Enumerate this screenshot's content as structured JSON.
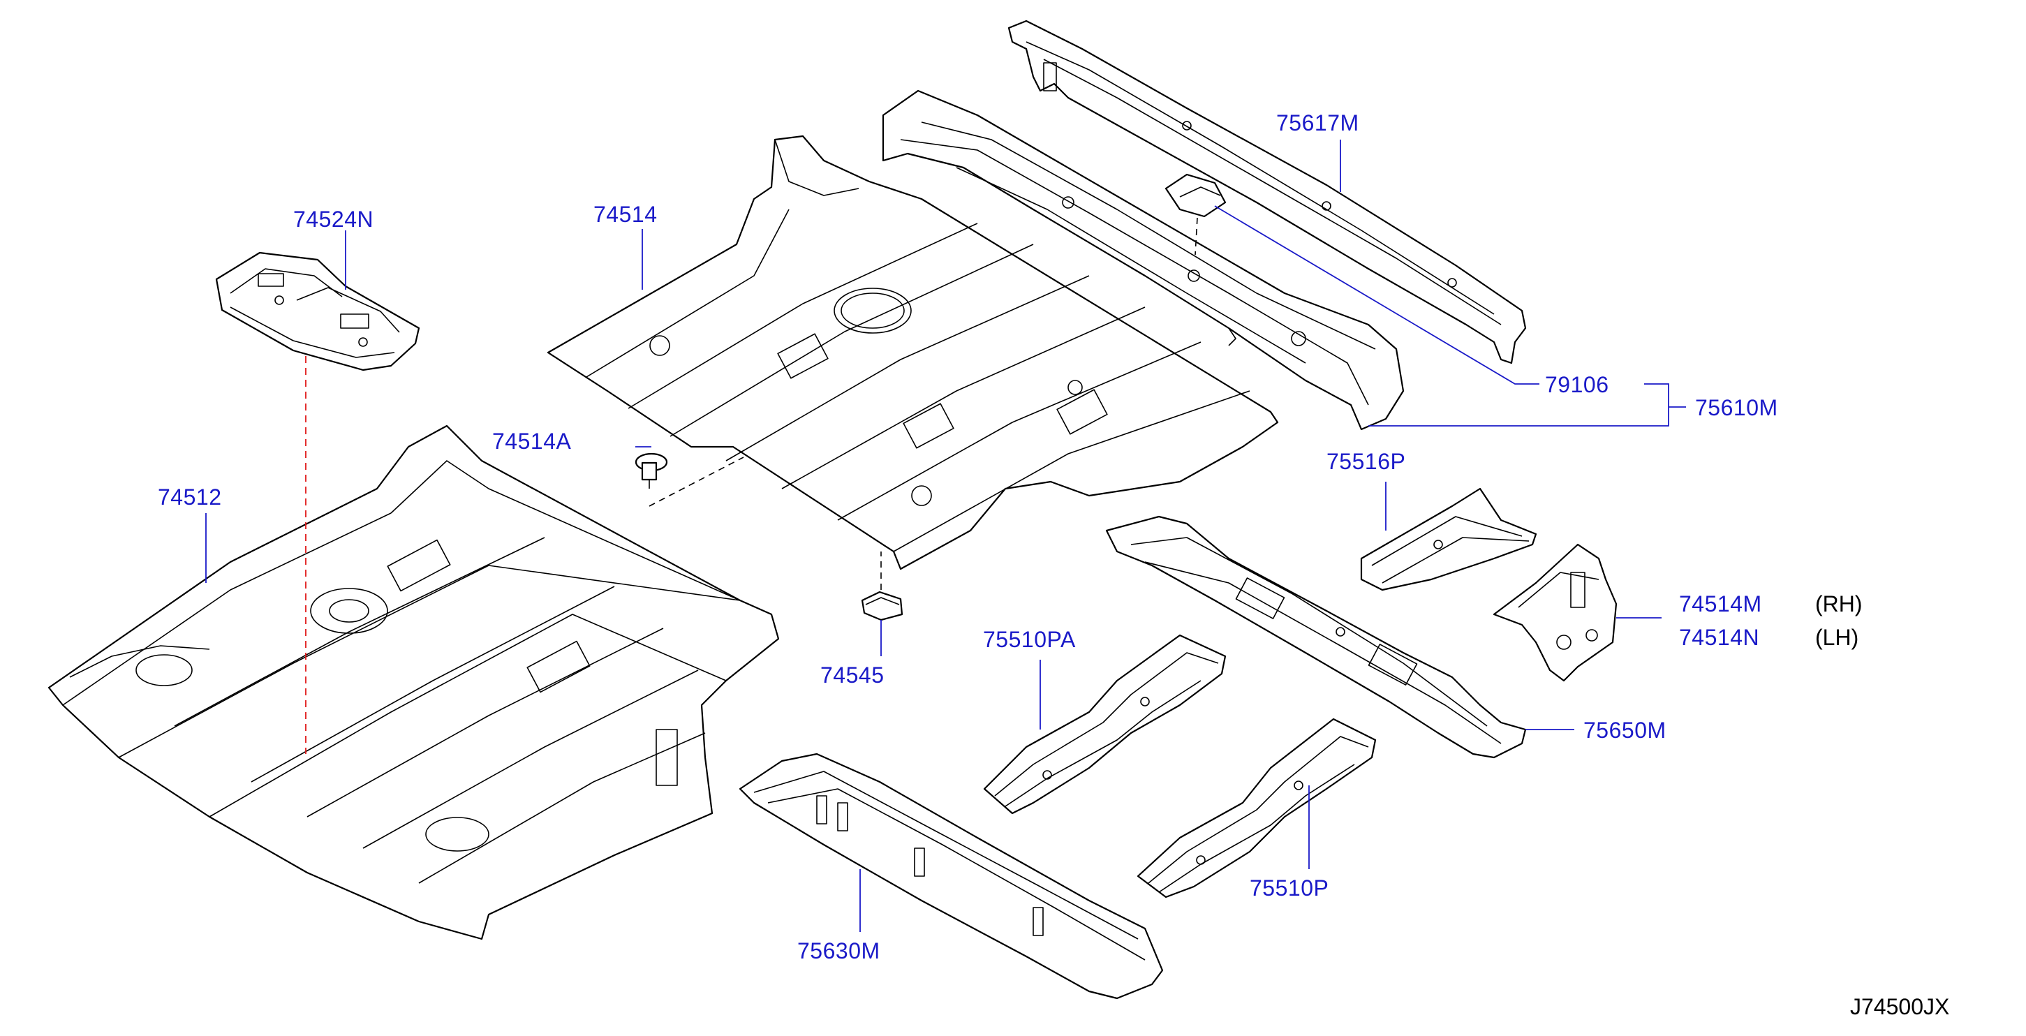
{
  "colors": {
    "label": "#1a1ac8",
    "leader": "#1a1ac8",
    "line": "#000000",
    "highlight_dash": "#e01818",
    "text_dark": "#000000"
  },
  "parts": {
    "p74524N": "74524N",
    "p74514": "74514",
    "p75617M": "75617M",
    "p79106": "79106",
    "p75610M": "75610M",
    "p74514A": "74514A",
    "p74512": "74512",
    "p75516P": "75516P",
    "p74514M": "74514M",
    "p74514N": "74514N",
    "p75510PA": "75510PA",
    "p74545": "74545",
    "p75650M": "75650M",
    "p75510P": "75510P",
    "p75630M": "75630M"
  },
  "sides": {
    "rh": "(RH)",
    "lh": "(LH)"
  },
  "diagram_ref": "J74500JX"
}
